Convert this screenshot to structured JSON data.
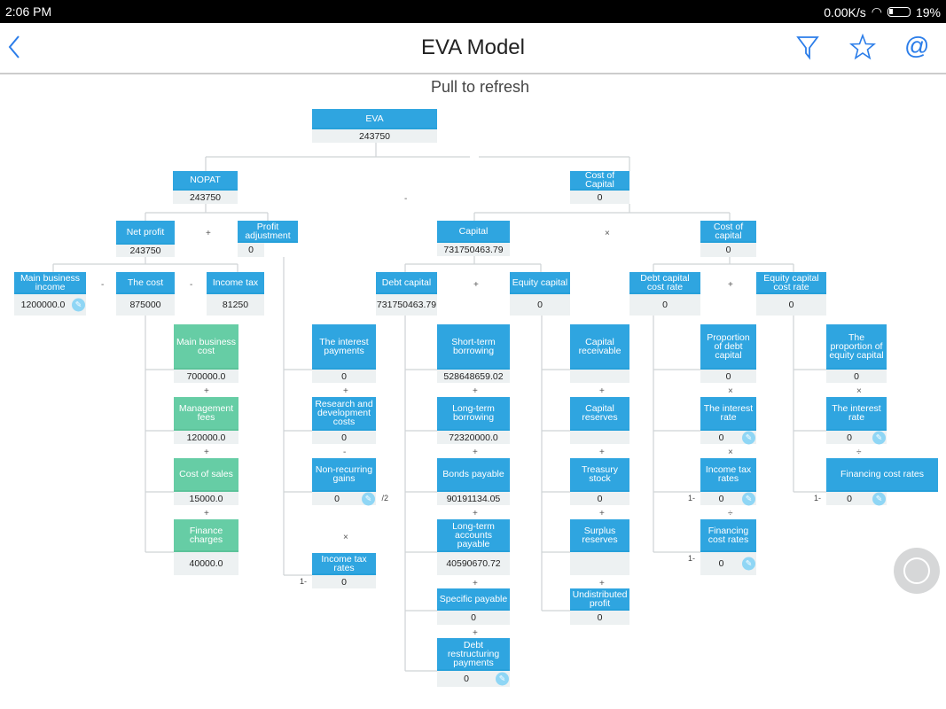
{
  "status": {
    "time": "2:06 PM",
    "speed": "0.00K/s",
    "battery": "19%"
  },
  "nav": {
    "title": "EVA Model",
    "back_icon": "chevron-left-icon",
    "filter_icon": "filter-icon",
    "star_icon": "star-icon",
    "at_icon": "at-icon"
  },
  "pull_to_refresh": "Pull to refresh",
  "colors": {
    "node_blue": "#2fa5e0",
    "node_green": "#66cda5",
    "value_bg": "#edf1f2",
    "accent": "#2b7de9"
  },
  "nodes": [
    {
      "label": "EVA",
      "value": "243750"
    },
    {
      "label": "NOPAT",
      "value": "243750"
    },
    {
      "label": "Cost of Capital",
      "value": "0"
    },
    {
      "label": "Net profit",
      "value": "243750"
    },
    {
      "label": "Profit adjustment",
      "value": "0"
    },
    {
      "label": "Capital",
      "value": "731750463.79"
    },
    {
      "label": "Cost of capital",
      "value": "0"
    },
    {
      "label": "Main business income",
      "value": "1200000.0",
      "edit": true
    },
    {
      "label": "The cost",
      "value": "875000"
    },
    {
      "label": "Income tax",
      "value": "81250"
    },
    {
      "label": "Debt capital",
      "value": "731750463.79"
    },
    {
      "label": "Equity capital",
      "value": "0"
    },
    {
      "label": "Debt capital cost rate",
      "value": "0"
    },
    {
      "label": "Equity capital cost rate",
      "value": "0"
    },
    {
      "label": "Main business cost",
      "value": "700000.0",
      "green": true
    },
    {
      "label": "Management fees",
      "value": "120000.0",
      "green": true
    },
    {
      "label": "Cost of sales",
      "value": "15000.0",
      "green": true
    },
    {
      "label": "Finance charges",
      "value": "40000.0",
      "green": true
    },
    {
      "label": "The interest payments",
      "value": "0"
    },
    {
      "label": "Research and development costs",
      "value": "0"
    },
    {
      "label": "Non-recurring gains",
      "value": "0",
      "edit": true,
      "suffix": "/2"
    },
    {
      "label": "Income tax rates",
      "value": "0",
      "prefix": "1-"
    },
    {
      "label": "Short-term borrowing",
      "value": "528648659.02"
    },
    {
      "label": "Long-term borrowing",
      "value": "72320000.0"
    },
    {
      "label": "Bonds payable",
      "value": "90191134.05"
    },
    {
      "label": "Long-term accounts payable",
      "value": "40590670.72"
    },
    {
      "label": "Specific payable",
      "value": "0"
    },
    {
      "label": "Debt restructuring payments",
      "value": "0",
      "edit": true
    },
    {
      "label": "Capital receivable",
      "value": ""
    },
    {
      "label": "Capital reserves",
      "value": ""
    },
    {
      "label": "Treasury stock",
      "value": "0"
    },
    {
      "label": "Surplus reserves",
      "value": ""
    },
    {
      "label": "Undistributed profit",
      "value": "0"
    },
    {
      "label": "Proportion of debt capital",
      "value": "0"
    },
    {
      "label": "The interest rate",
      "value": "0",
      "edit": true
    },
    {
      "label": "Income tax rates",
      "value": "0",
      "edit": true,
      "prefix": "1-"
    },
    {
      "label": "Financing cost rates",
      "value": "0",
      "edit": true,
      "prefix": "1-"
    },
    {
      "label": "The proportion of equity capital",
      "value": "0"
    },
    {
      "label": "The interest rate",
      "value": "0",
      "edit": true
    },
    {
      "label": "Financing cost rates",
      "value": "0",
      "edit": true,
      "prefix": "1-"
    }
  ],
  "operators": [
    "-",
    "+",
    "×",
    "-",
    "-",
    "+",
    "+",
    "+",
    "+",
    "+",
    "+",
    "-",
    "×",
    "+",
    "+",
    "+",
    "+",
    "+",
    "+",
    "+",
    "+",
    "+",
    "×",
    "×",
    "÷",
    "×",
    "÷"
  ]
}
